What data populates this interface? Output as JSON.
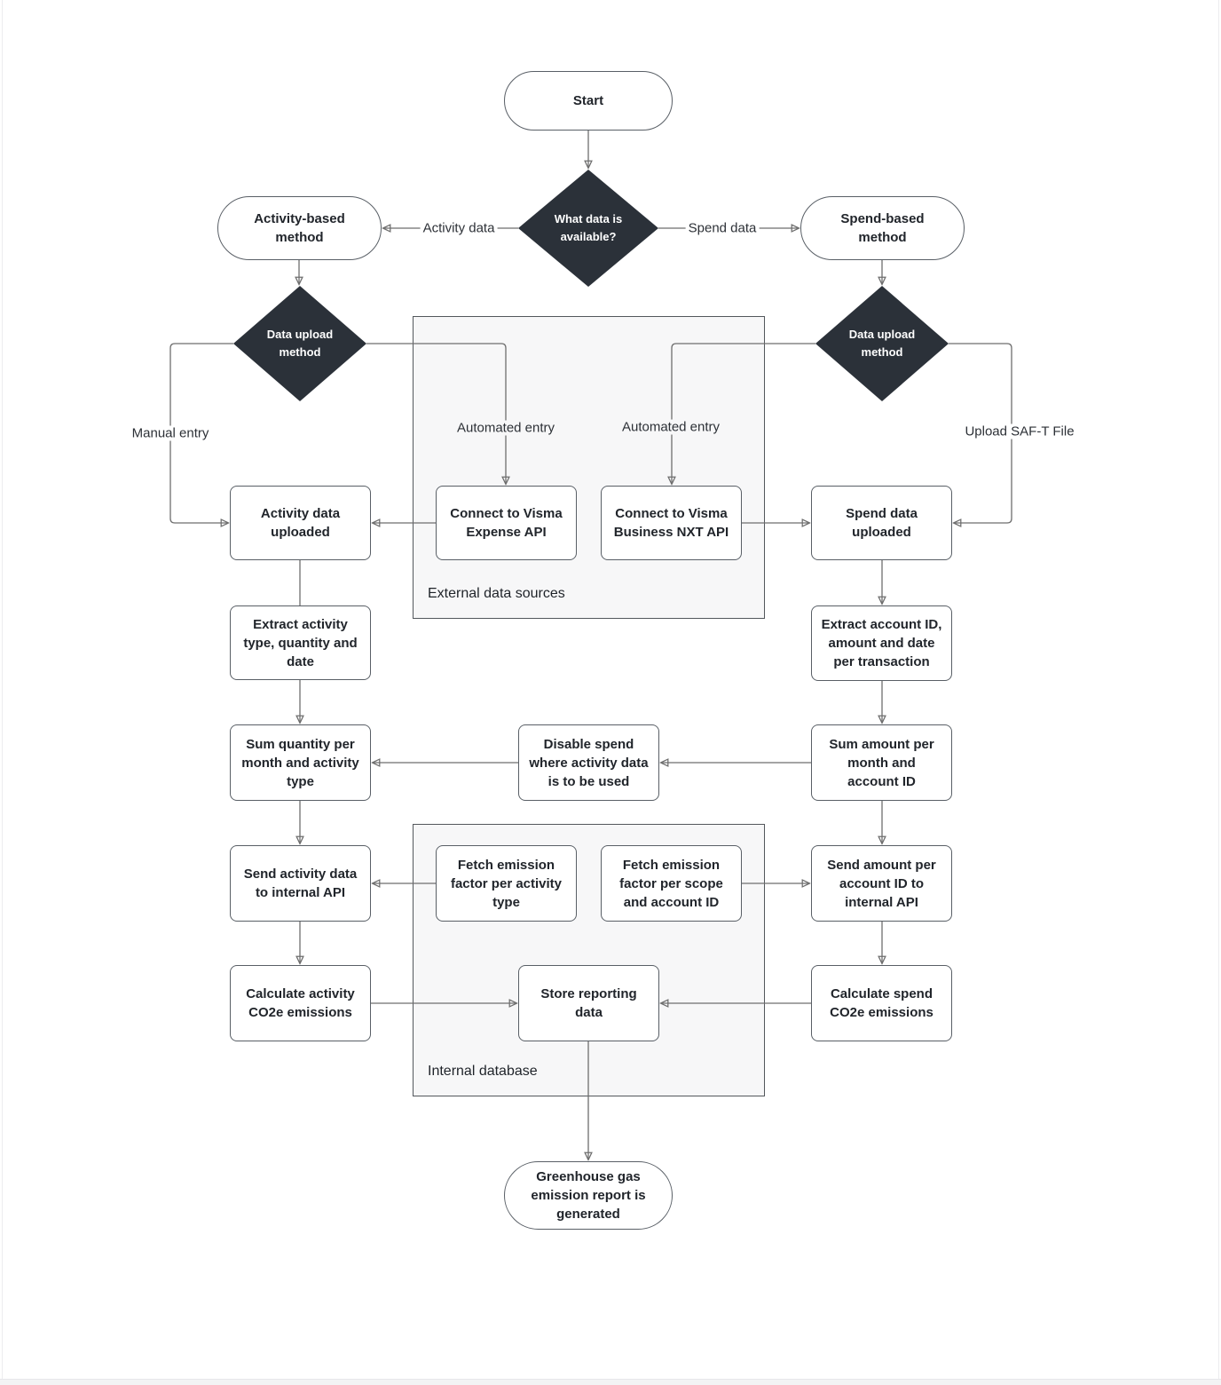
{
  "diagram": {
    "nodes": {
      "start": "Start",
      "what_data_available": "What data is available?",
      "activity_based_method": "Activity-based method",
      "spend_based_method": "Spend-based method",
      "data_upload_method_left": "Data upload method",
      "data_upload_method_right": "Data upload method",
      "activity_data_uploaded": "Activity data uploaded",
      "connect_visma_expense": "Connect to Visma Expense API",
      "connect_visma_nxt": "Connect to Visma Business NXT API",
      "spend_data_uploaded": "Spend data uploaded",
      "extract_activity": "Extract activity type, quantity and date",
      "extract_account": "Extract account ID, amount and date per transaction",
      "sum_quantity": "Sum quantity per month and activity type",
      "disable_spend": "Disable spend where activity data is to be used",
      "sum_amount": "Sum amount per month and account ID",
      "send_activity": "Send activity data to internal API",
      "fetch_factor_activity": "Fetch emission factor per activity type",
      "fetch_factor_scope": "Fetch emission factor per scope and account ID",
      "send_amount": "Send amount per account ID to internal API",
      "calculate_activity": "Calculate activity CO2e emissions",
      "store_reporting": "Store reporting data",
      "calculate_spend": "Calculate spend CO2e emissions",
      "report_generated": "Greenhouse gas emission report is generated"
    },
    "containers": {
      "external": "External data sources",
      "internal": "Internal database"
    },
    "edge_labels": {
      "activity_data": "Activity data",
      "spend_data": "Spend data",
      "manual_entry": "Manual entry",
      "automated_entry_left": "Automated entry",
      "automated_entry_right": "Automated entry",
      "upload_saft_file": "Upload SAF-T File"
    },
    "colors": {
      "decision_fill": "#2b3139",
      "decision_text": "#ffffff",
      "node_fill": "#ffffff",
      "node_border": "#595f66",
      "node_text": "#21252b",
      "container_fill": "#f7f7f8",
      "container_border": "#53575c",
      "connector": "#6e6e6e"
    }
  }
}
